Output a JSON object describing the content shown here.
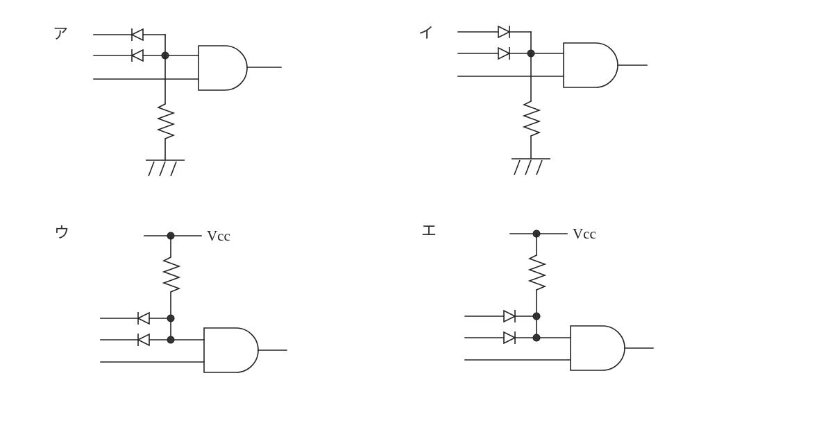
{
  "panels": [
    {
      "label": "ア",
      "supply": "ground",
      "vcc_label": ""
    },
    {
      "label": "イ",
      "supply": "ground",
      "vcc_label": ""
    },
    {
      "label": "ウ",
      "supply": "vcc",
      "vcc_label": "Vcc"
    },
    {
      "label": "エ",
      "supply": "vcc",
      "vcc_label": "Vcc"
    }
  ],
  "colors": {
    "line": "#222222",
    "junction": "#333333",
    "background": "#ffffff"
  }
}
